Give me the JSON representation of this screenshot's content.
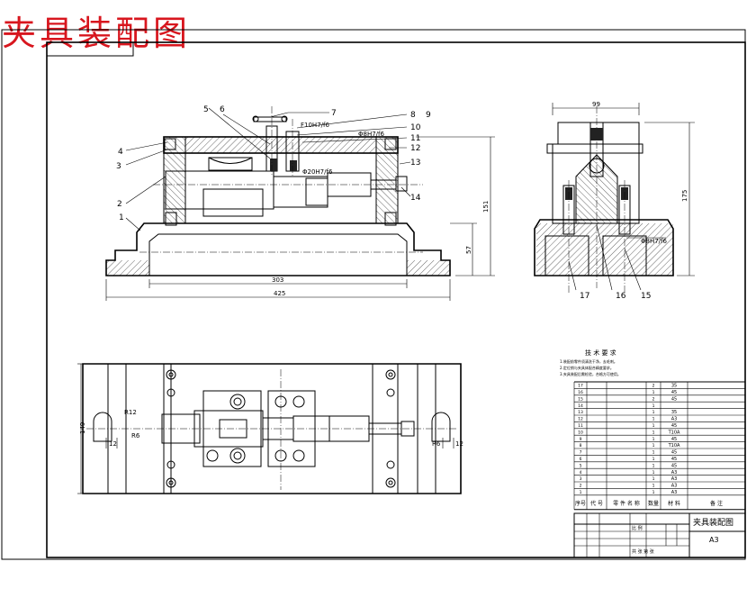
{
  "title": "夹具装配图",
  "labels": {
    "n1": "1",
    "n2": "2",
    "n3": "3",
    "n4": "4",
    "n5": "5",
    "n6": "6",
    "n7": "7",
    "n8": "8",
    "n9": "9",
    "n10": "10",
    "n11": "11",
    "n12": "12",
    "n13": "13",
    "n14": "14",
    "n15": "15",
    "n16": "16",
    "n17": "17"
  },
  "dimensions": {
    "fit_top": "F10H7/f6",
    "fit_side": "Φ8H7/f6",
    "fit_pin": "Φ20H7/f6",
    "fit_right": "Φ8H7/f6",
    "d303": "303",
    "d425": "425",
    "d151": "151",
    "d57": "57",
    "d99": "99",
    "d175": "175",
    "d149": "149",
    "r12": "R12",
    "r6": "R6",
    "w12a": "12",
    "w12b": "12",
    "r6b": "R6"
  },
  "tech_req": {
    "heading": "技 术 要 求",
    "lines": [
      "1.装配前零件须清洗干净，去毛刺。",
      "2.定位销与夹具体配合精度要求。",
      "3.夹具装配后需检验，合格方可使用。"
    ]
  },
  "bom": {
    "header": [
      "序号",
      "代 号",
      "零 件 名 称",
      "数量",
      "材 料",
      "备 注"
    ],
    "rows": [
      [
        "17",
        "",
        "",
        "2",
        "35",
        ""
      ],
      [
        "16",
        "",
        "",
        "1",
        "45",
        ""
      ],
      [
        "15",
        "",
        "",
        "2",
        "45",
        ""
      ],
      [
        "14",
        "",
        "",
        "1",
        "",
        ""
      ],
      [
        "13",
        "",
        "",
        "1",
        "35",
        ""
      ],
      [
        "12",
        "",
        "",
        "1",
        "A3",
        ""
      ],
      [
        "11",
        "",
        "",
        "1",
        "45",
        ""
      ],
      [
        "10",
        "",
        "",
        "1",
        "T10A",
        ""
      ],
      [
        "9",
        "",
        "",
        "1",
        "45",
        ""
      ],
      [
        "8",
        "",
        "",
        "1",
        "T10A",
        ""
      ],
      [
        "7",
        "",
        "",
        "1",
        "45",
        ""
      ],
      [
        "6",
        "",
        "",
        "1",
        "45",
        ""
      ],
      [
        "5",
        "",
        "",
        "1",
        "45",
        ""
      ],
      [
        "4",
        "",
        "",
        "1",
        "A3",
        ""
      ],
      [
        "3",
        "",
        "",
        "1",
        "A3",
        ""
      ],
      [
        "2",
        "",
        "",
        "1",
        "A3",
        ""
      ],
      [
        "1",
        "",
        "",
        "1",
        "A3",
        ""
      ]
    ]
  },
  "title_block": {
    "drawing_name": "夹具装配图",
    "sheet_size": "A3",
    "scale_label": "比 例",
    "sheet_label": "共 张 第 张"
  }
}
